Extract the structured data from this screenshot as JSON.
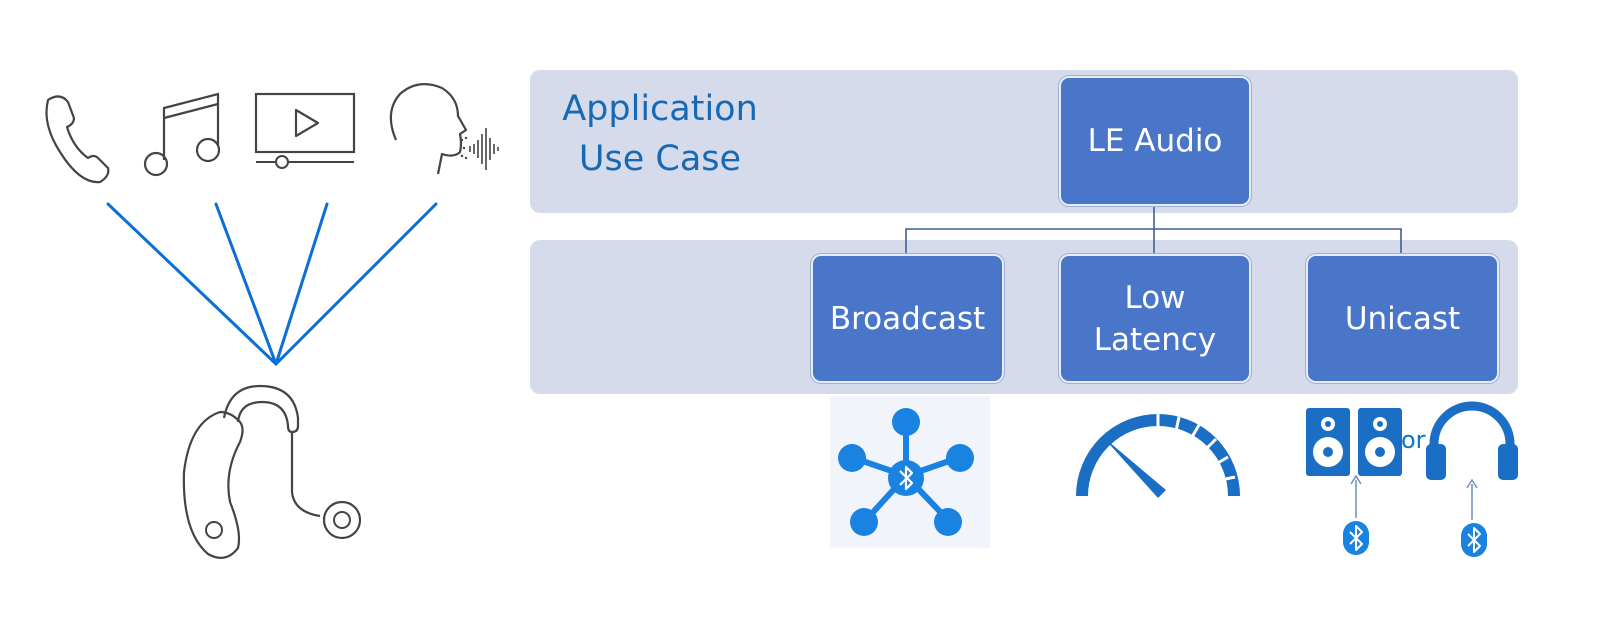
{
  "diagram": {
    "title_line1": "Application",
    "title_line2": "Use Case",
    "root_label": "LE Audio",
    "children": [
      {
        "label_line1": "Broadcast",
        "label_line2": ""
      },
      {
        "label_line1": "Low",
        "label_line2": "Latency"
      },
      {
        "label_line1": "Unicast",
        "label_line2": ""
      }
    ],
    "or_label": "or"
  },
  "icons": {
    "left_sources": [
      "phone-icon",
      "music-note-icon",
      "video-player-icon",
      "speaking-head-icon"
    ],
    "left_target": "hearing-aid-icon",
    "broadcast": "bluetooth-star-network-icon",
    "low_latency": "speedometer-icon",
    "unicast": [
      "speakers-icon",
      "headphones-icon",
      "bluetooth-icon"
    ]
  },
  "colors": {
    "band": "#d5dbea",
    "box": "#4a76c9",
    "accent_blue": "#1769b5",
    "line_blue": "#0a6fd6",
    "icon_gray": "#444444"
  }
}
